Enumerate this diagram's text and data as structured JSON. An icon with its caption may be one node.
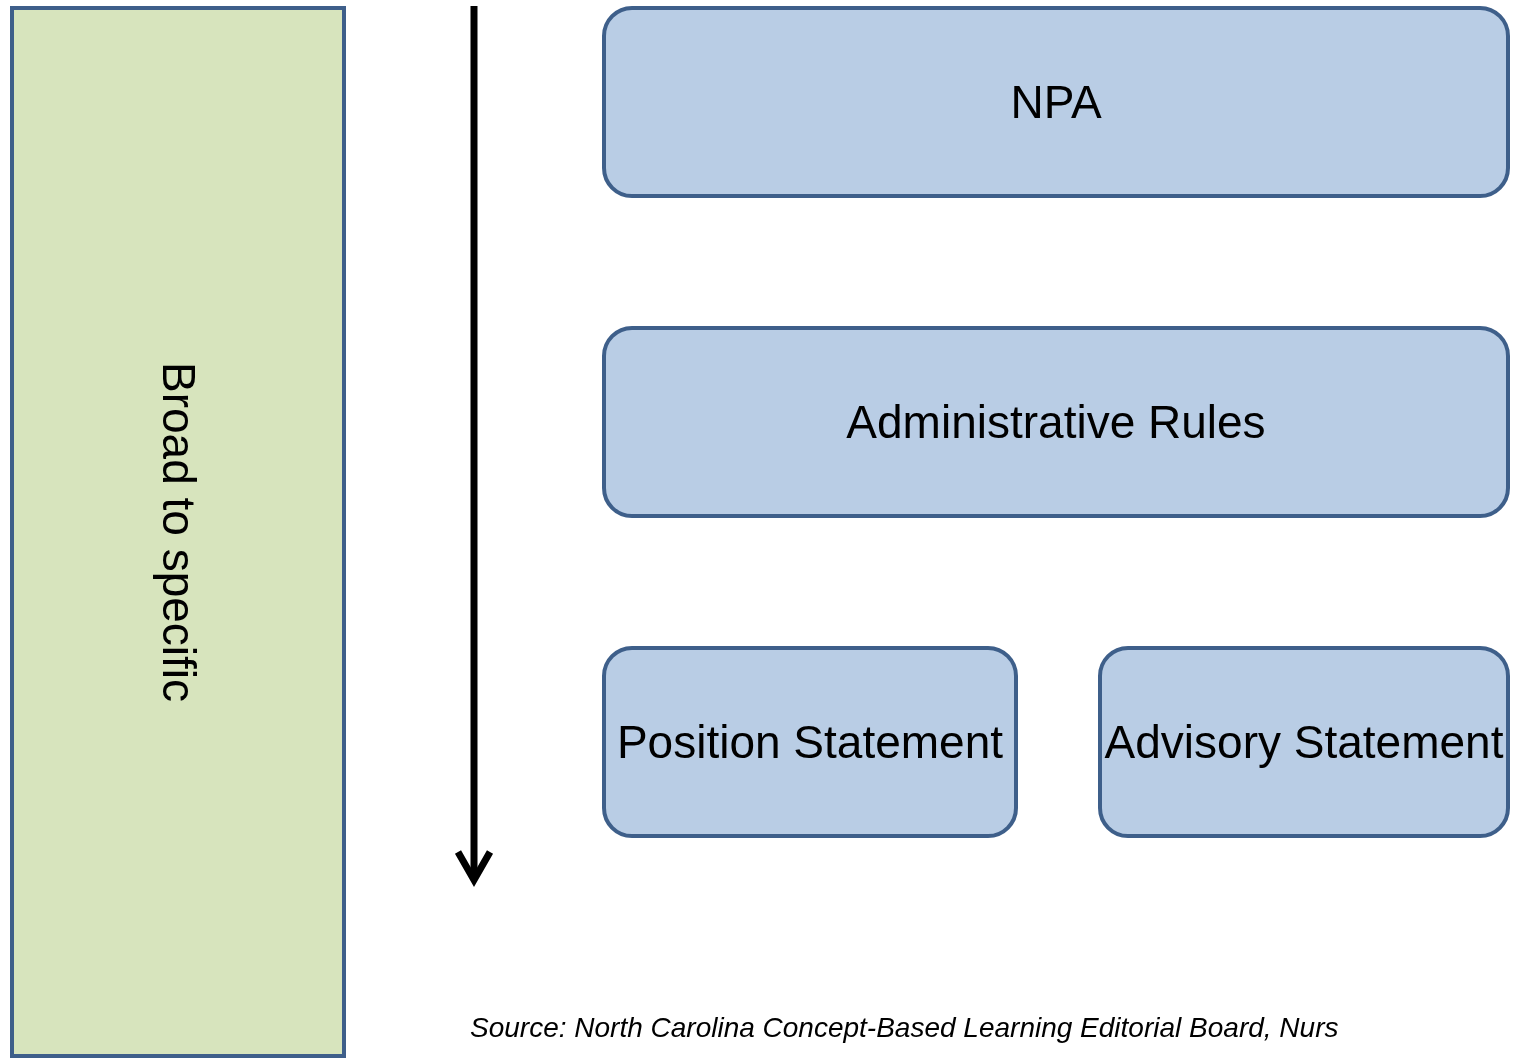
{
  "diagram": {
    "caption": "Source: North Carolina Concept-Based Learning Editorial Board, Nurs",
    "nodes": [
      {
        "text": [
          "Broad to specific"
        ]
      },
      {
        "text": [
          "NPA"
        ]
      },
      {
        "text": [
          "Administrative Rules"
        ]
      },
      {
        "text": [
          "Position Statement"
        ]
      },
      {
        "text": [
          "Advisory Statement"
        ]
      }
    ]
  }
}
